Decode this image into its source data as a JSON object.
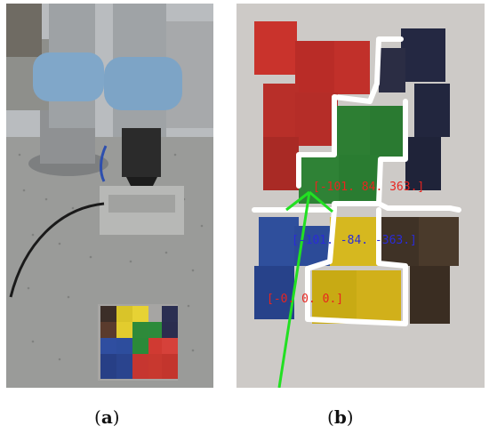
{
  "panels": [
    {
      "label_open": "(",
      "label_letter": "a",
      "label_close": ")"
    },
    {
      "label_open": "(",
      "label_letter": "b",
      "label_close": ")"
    }
  ],
  "annotations": {
    "red_top": "[-101.   84.  363.]",
    "blue_mid": "[-101.  -84. -363.]",
    "red_bottom": "[-0.   0.   0.]"
  },
  "colors": {
    "annotation_red": "#e8251f",
    "annotation_blue": "#2a2bd8",
    "contour": "#ffffff",
    "arrow": "#22e022"
  }
}
